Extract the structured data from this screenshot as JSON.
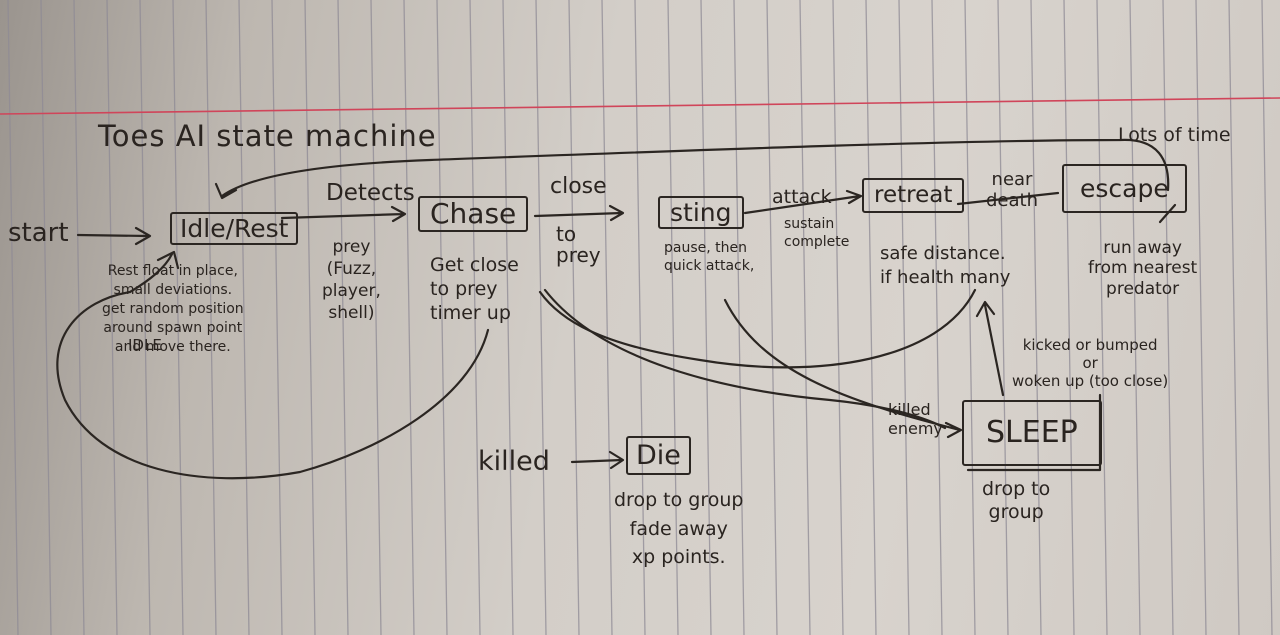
{
  "title": "Toes AI state machine",
  "start_label": "start",
  "states": {
    "idle": "Idle/Rest",
    "chase": "Chase",
    "sting": "sting",
    "retreat": "retreat",
    "escape": "escape",
    "sleep": "SLEEP",
    "die": "Die"
  },
  "transitions": {
    "detects": "Detects",
    "close": "close",
    "attack": "attack",
    "near_death": "near\ndeath",
    "lots_of_time": "Lots of time",
    "killed": "killed",
    "killed_enemy": "killed\nenemy",
    "kicked_or_bumped": "kicked or bumped\nor\nwoken up (too close)"
  },
  "notes": {
    "idle": "Rest float in place,\nsmall deviations.\nget random position\naround spawn point\nand move there.",
    "idle_tag": "IDLE",
    "detects": "prey\n(Fuzz,\nplayer,\nshell)",
    "chase": "Get close\nto prey\ntimer up",
    "close": "to\nprey",
    "sting": "pause, then\nquick attack,",
    "attack": "sustain\ncomplete",
    "retreat": "safe distance.\nif health many",
    "escape": "run away\nfrom nearest\npredator",
    "sleep": "drop to\ngroup",
    "die": "drop to group\nfade away\nxp points."
  }
}
